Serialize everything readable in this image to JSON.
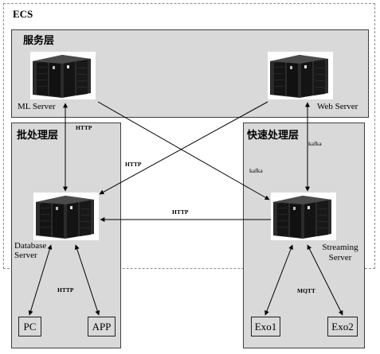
{
  "groups": {
    "ecs": "ECS",
    "service_layer": "服务层",
    "batch_layer": "批处理层",
    "speed_layer": "快速处理层"
  },
  "servers": {
    "ml": "ML Server",
    "web": "Web Server",
    "database": "Database Server",
    "streaming": "Streaming Server"
  },
  "devices": {
    "pc": "PC",
    "app": "APP",
    "exo1": "Exo1",
    "exo2": "Exo2"
  },
  "edges": {
    "ml_db": "HTTP",
    "cross_http": "HTTP",
    "streaming_db": "HTTP",
    "web_streaming": "kafka",
    "cross_kafka": "kafka",
    "db_devices": "HTTP",
    "streaming_devices": "MQTT"
  },
  "colors": {
    "panel_fill": "#d9d9d9",
    "panel_border": "#3f3f3f",
    "ecs_border": "#8c8c8c",
    "server_body": "#1a1a1a"
  },
  "icons": {
    "server": "server-rack-icon"
  }
}
